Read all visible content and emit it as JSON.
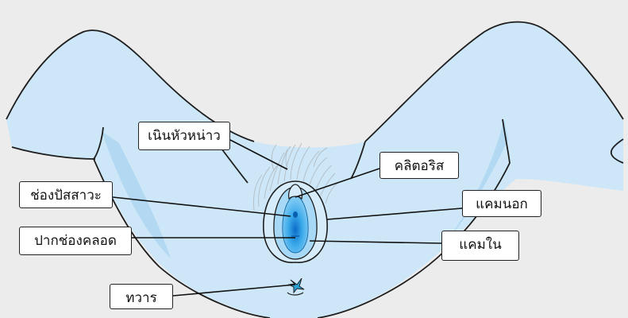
{
  "labels": {
    "mons": "เนินหัวหน่าว",
    "clitoris": "คลิตอริส",
    "urethra": "ช่องปัสสาวะ",
    "labia_majora": "แคมนอก",
    "vagina": "ปากช่องคลอด",
    "labia_minora": "แคมใน",
    "anus": "ทวาร"
  },
  "colors": {
    "background": "#ececec",
    "skin": "#cde7f8",
    "skin_shadow": "#b3d9f2",
    "inner": "#39a8e8",
    "inner_dark": "#1a7fd0",
    "outline": "#1e1e1e"
  }
}
